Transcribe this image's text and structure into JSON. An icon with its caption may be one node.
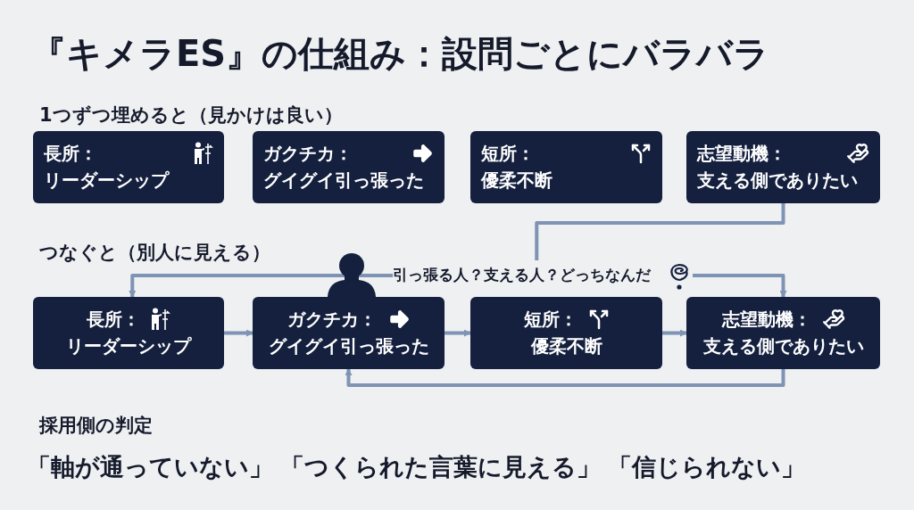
{
  "diagram": {
    "title": "『キメラES』の仕組み：設問ごとにバラバラ",
    "nodes": [
      {
        "text": [
          "長所：",
          "リーダーシップ"
        ]
      },
      {
        "text": [
          "ガクチカ：",
          "グイグイ引っ張った"
        ]
      },
      {
        "text": [
          "短所：",
          "優柔不断"
        ]
      },
      {
        "text": [
          "志望動機：",
          "支える側でありたい"
        ]
      },
      {
        "text": [
          "引っ張る人？支える人？どっちなんだ"
        ]
      },
      {
        "text": [
          "長所：",
          "リーダーシップ"
        ]
      },
      {
        "text": [
          "ガクチカ：",
          "グイグイ引っ張った"
        ]
      },
      {
        "text": [
          "短所：",
          "優柔不断"
        ]
      },
      {
        "text": [
          "志望動機：",
          "支える側でありたい"
        ]
      }
    ],
    "edges": [
      {
        "from": 3,
        "to": 4,
        "arrow": "none"
      },
      {
        "from": 4,
        "to": 5,
        "arrow": "to"
      },
      {
        "from": 4,
        "to": 8,
        "arrow": "to"
      },
      {
        "from": 5,
        "to": 6,
        "arrow": "to"
      },
      {
        "from": 6,
        "to": 7,
        "arrow": "to"
      },
      {
        "from": 7,
        "to": 8,
        "arrow": "to"
      },
      {
        "from": 8,
        "to": 6,
        "arrow": "to"
      }
    ],
    "labels": [
      "1つずつ埋めると（見かけは良い）",
      "つなぐと（別人に見える）",
      "採用側の判定",
      "「軸が通っていない」",
      "「つくられた言葉に見える」",
      "「信じられない」"
    ]
  }
}
